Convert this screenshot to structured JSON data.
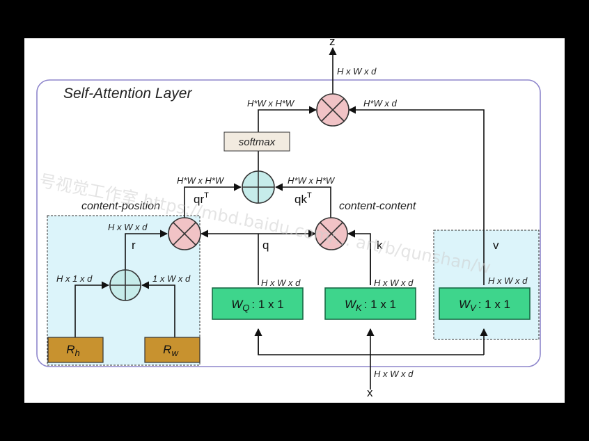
{
  "title": "Self-Attention Layer",
  "sections": {
    "content_position": "content-position",
    "content_content": "content-content"
  },
  "boxes": {
    "softmax": "softmax",
    "wq": {
      "main": "W",
      "sub": "Q",
      "rest": ": 1 x 1"
    },
    "wk": {
      "main": "W",
      "sub": "K",
      "rest": ": 1 x 1"
    },
    "wv": {
      "main": "W",
      "sub": "V",
      "rest": ": 1 x 1"
    },
    "rh": {
      "main": "R",
      "sub": "h"
    },
    "rw": {
      "main": "R",
      "sub": "w"
    }
  },
  "variables": {
    "z": "z",
    "x": "x",
    "r": "r",
    "q": "q",
    "k": "k",
    "v": "v",
    "qr": "qr",
    "qr_sup": "T",
    "qk": "qk",
    "qk_sup": "T"
  },
  "dims": {
    "z_out": "H x W x d",
    "softmax_in": "H*W x H*W",
    "v_in": "H*W x d",
    "qr_in": "H*W x H*W",
    "qk_in": "H*W x H*W",
    "r_out": "H x W x d",
    "rh_out": "H x 1 x d",
    "rw_out": "1 x W x d",
    "wq_out": "H x W x d",
    "wk_out": "H x W x d",
    "wv_out": "H x W x d",
    "x_in": "H x W x d"
  },
  "watermark": "号视觉工作室 https://mbd.baidu.com/... art/b/qunshan/w",
  "colors": {
    "background": "#000000",
    "panel": "#ffffff",
    "layer_border": "#8e86cc",
    "cp_fill": "#dcf4fa",
    "linear_fill": "#3ed58c",
    "linear_border": "#1a6a46",
    "r_fill": "#c8922f",
    "mult_fill": "#f1c3c6",
    "add_fill": "#c6ecea",
    "softmax_fill": "#f2ebe0"
  }
}
